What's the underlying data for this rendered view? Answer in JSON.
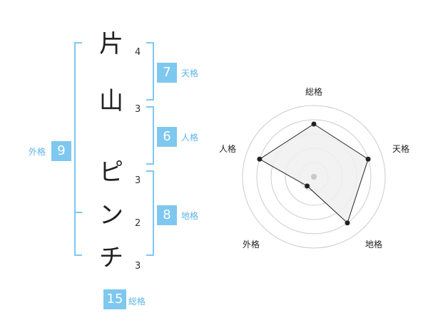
{
  "name_chars": [
    {
      "char": "片",
      "strokes": "4"
    },
    {
      "char": "山",
      "strokes": "3"
    },
    {
      "char": "ピ",
      "strokes": "3"
    },
    {
      "char": "ン",
      "strokes": "2"
    },
    {
      "char": "チ",
      "strokes": "3"
    }
  ],
  "grids": {
    "tenkaku": {
      "value": "7",
      "label": "天格"
    },
    "jinkaku": {
      "value": "6",
      "label": "人格"
    },
    "chikaku": {
      "value": "8",
      "label": "地格"
    },
    "gaikaku": {
      "value": "9",
      "label": "外格"
    },
    "soukaku": {
      "value": "15",
      "label": "総格"
    }
  },
  "radar": {
    "axes": [
      "総格",
      "天格",
      "地格",
      "外格",
      "人格"
    ],
    "levels": 5,
    "values": [
      3.7,
      4.0,
      4.0,
      0.8,
      4.0
    ],
    "colors": {
      "fill": "#f0f0f0",
      "stroke": "#222222",
      "ring": "#cccccc",
      "center": "#c8c8c8"
    }
  },
  "colors": {
    "accent": "#7ec8f0",
    "bracket": "#7ec8f0"
  }
}
